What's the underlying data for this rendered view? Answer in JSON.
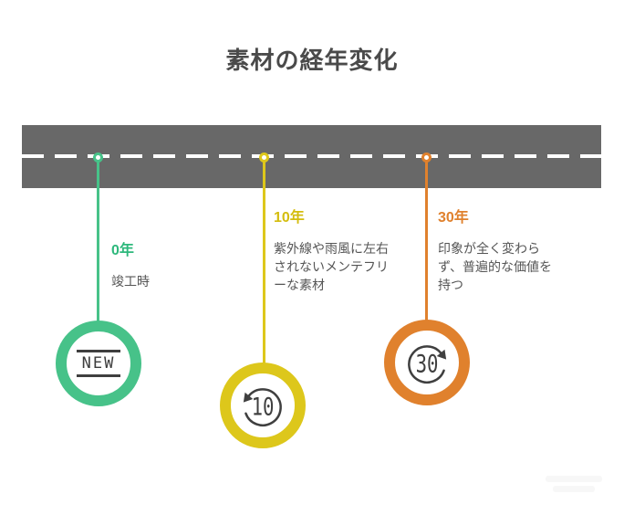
{
  "title": "素材の経年変化",
  "colors": {
    "road": "#686868",
    "lane_marking": "#ffffff",
    "stage_0": "#47c289",
    "stage_10": "#ddc71b",
    "stage_30": "#e0812d",
    "heading_text": "#4a4a4a",
    "body_text": "#555555",
    "icon_stroke": "#3f3f3f"
  },
  "timeline": {
    "stages": [
      {
        "label": "0年",
        "description": "竣工時",
        "badge_text": "NEW",
        "icon": "new-sign-icon",
        "color": "#47c289"
      },
      {
        "label": "10年",
        "description": "紫外線や雨風に左右\nされないメンテフリ\nーな素材",
        "badge_text": "10",
        "icon": "rotate-ccw-10-icon",
        "color": "#ddc71b"
      },
      {
        "label": "30年",
        "description": "印象が全く変わら\nず、普遍的な価値を\n持つ",
        "badge_text": "30",
        "icon": "rotate-cw-30-icon",
        "color": "#e0812d"
      }
    ]
  }
}
